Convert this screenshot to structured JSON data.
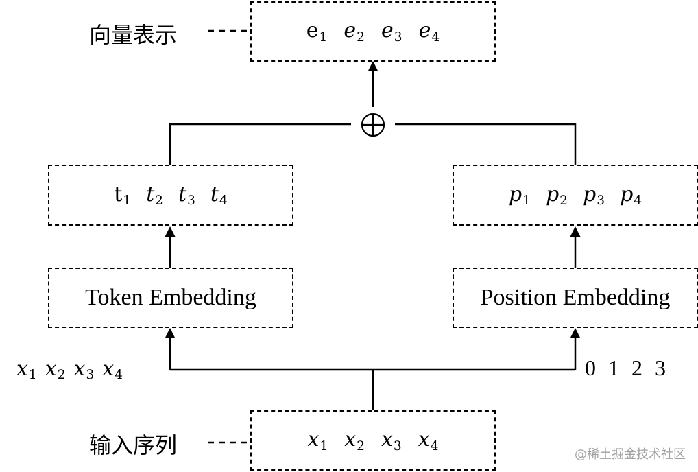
{
  "output": {
    "label": "向量表示",
    "tokens": [
      {
        "base": "e",
        "sub": "1",
        "upright": true
      },
      {
        "base": "e",
        "sub": "2",
        "upright": false
      },
      {
        "base": "e",
        "sub": "3",
        "upright": false
      },
      {
        "base": "e",
        "sub": "4",
        "upright": false
      }
    ]
  },
  "sum_symbol": "⊕",
  "token_branch": {
    "vectors": [
      {
        "base": "t",
        "sub": "1",
        "upright": true
      },
      {
        "base": "t",
        "sub": "2",
        "upright": false
      },
      {
        "base": "t",
        "sub": "3",
        "upright": false
      },
      {
        "base": "t",
        "sub": "4",
        "upright": false
      }
    ],
    "embedding_label": "Token Embedding",
    "input_tokens": [
      {
        "base": "x",
        "sub": "1"
      },
      {
        "base": "x",
        "sub": "2"
      },
      {
        "base": "x",
        "sub": "3"
      },
      {
        "base": "x",
        "sub": "4"
      }
    ]
  },
  "position_branch": {
    "vectors": [
      {
        "base": "p",
        "sub": "1",
        "upright": false
      },
      {
        "base": "p",
        "sub": "2",
        "upright": false
      },
      {
        "base": "p",
        "sub": "3",
        "upright": false
      },
      {
        "base": "p",
        "sub": "4",
        "upright": false
      }
    ],
    "embedding_label": "Position Embedding",
    "positions": [
      "0",
      "1",
      "2",
      "3"
    ]
  },
  "input": {
    "label": "输入序列",
    "tokens": [
      {
        "base": "x",
        "sub": "1"
      },
      {
        "base": "x",
        "sub": "2"
      },
      {
        "base": "x",
        "sub": "3"
      },
      {
        "base": "x",
        "sub": "4"
      }
    ]
  },
  "watermark": "@稀土掘金技术社区"
}
